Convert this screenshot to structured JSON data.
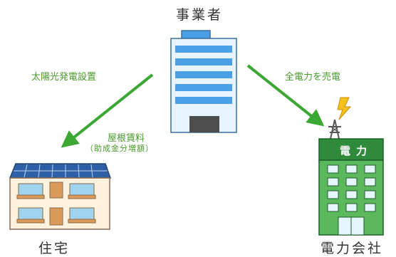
{
  "nodes": {
    "operator": {
      "label": "事業者"
    },
    "housing": {
      "label": "住宅"
    },
    "power_company": {
      "label": "電力会社",
      "sign": "電力"
    }
  },
  "flows": {
    "install": {
      "label": "太陽光発電設置"
    },
    "sell": {
      "label": "全電力を売電"
    },
    "rent": {
      "label": "屋根賃料",
      "sub": "（助成金分増額）"
    }
  },
  "colors": {
    "arrow": "#3aa832",
    "flow_text": "#4a9a2a",
    "office_stripe": "#4aa0e6",
    "office_light": "#cfe8fb",
    "power_green": "#3a9a44",
    "house_wall": "#fff3df"
  }
}
